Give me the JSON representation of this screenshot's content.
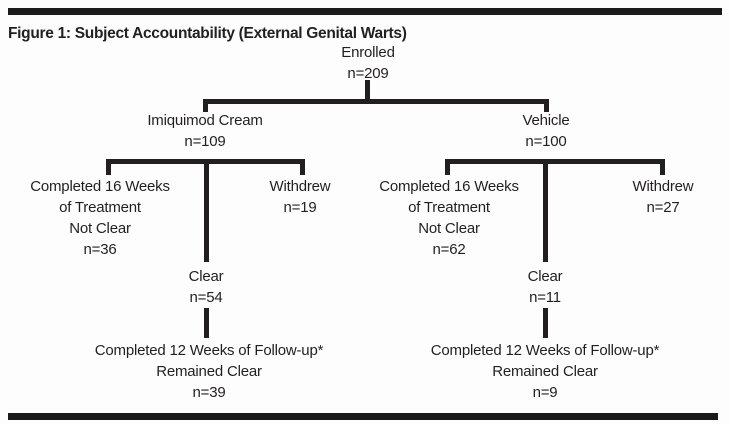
{
  "figure": {
    "title": "Figure 1: Subject Accountability (External Genital Warts)",
    "type": "flowchart",
    "colors": {
      "line": "#231f20",
      "text": "#231f20",
      "background": "#fdfdfd"
    }
  },
  "nodes": {
    "enrolled": {
      "label": "Enrolled",
      "count": "n=209"
    },
    "imiquimod": {
      "label": "Imiquimod Cream",
      "count": "n=109"
    },
    "vehicle": {
      "label": "Vehicle",
      "count": "n=100"
    },
    "imi_completed16": {
      "line1": "Completed 16 Weeks",
      "line2": "of Treatment",
      "line3": "Not Clear",
      "count": "n=36"
    },
    "imi_withdrew": {
      "label": "Withdrew",
      "count": "n=19"
    },
    "imi_clear": {
      "label": "Clear",
      "count": "n=54"
    },
    "imi_followup": {
      "line1": "Completed 12 Weeks of Follow-up*",
      "line2": "Remained Clear",
      "count": "n=39"
    },
    "veh_completed16": {
      "line1": "Completed 16 Weeks",
      "line2": "of Treatment",
      "line3": "Not Clear",
      "count": "n=62"
    },
    "veh_withdrew": {
      "label": "Withdrew",
      "count": "n=27"
    },
    "veh_clear": {
      "label": "Clear",
      "count": "n=11"
    },
    "veh_followup": {
      "line1": "Completed 12 Weeks of Follow-up*",
      "line2": "Remained Clear",
      "count": "n=9"
    }
  }
}
